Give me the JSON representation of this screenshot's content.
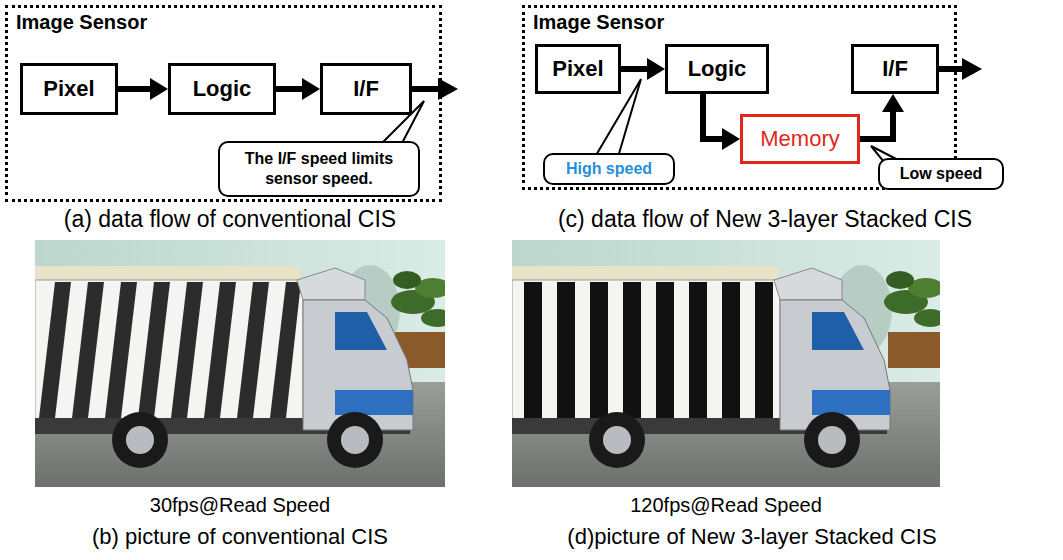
{
  "diagram": {
    "nodes": [
      {
        "text": [
          "Image Sensor"
        ]
      },
      {
        "text": [
          "Pixel"
        ],
        "in": 0
      },
      {
        "text": [
          "Logic"
        ],
        "in": 0
      },
      {
        "text": [
          "I/F"
        ],
        "in": 0
      },
      {
        "text": [
          "The I/F speed limits sensor speed."
        ],
        "in": 0
      },
      {
        "text": [
          "Image Sensor"
        ]
      },
      {
        "text": [
          "Pixel"
        ],
        "in": 5
      },
      {
        "text": [
          "Logic"
        ],
        "in": 5
      },
      {
        "text": [
          "I/F"
        ],
        "in": 5
      },
      {
        "text": [
          "Memory"
        ],
        "in": 5
      },
      {
        "text": [
          "High speed"
        ],
        "in": 5
      },
      {
        "text": [
          "Low speed"
        ]
      }
    ],
    "edges": [
      {
        "from": 1,
        "to": 2,
        "arrow": "to"
      },
      {
        "from": 2,
        "to": 3,
        "arrow": "to"
      },
      {
        "from": 6,
        "to": 7,
        "arrow": "to"
      },
      {
        "from": 7,
        "to": 9,
        "arrow": "to"
      },
      {
        "from": 9,
        "to": 8,
        "arrow": "to"
      }
    ],
    "labels": [
      "(a) data flow of conventional CIS",
      "(c) data flow of New 3-layer Stacked CIS",
      "30fps@Read Speed",
      "(b) picture of conventional CIS",
      "120fps@Read Speed",
      "(d)picture of New 3-layer Stacked CIS"
    ]
  }
}
